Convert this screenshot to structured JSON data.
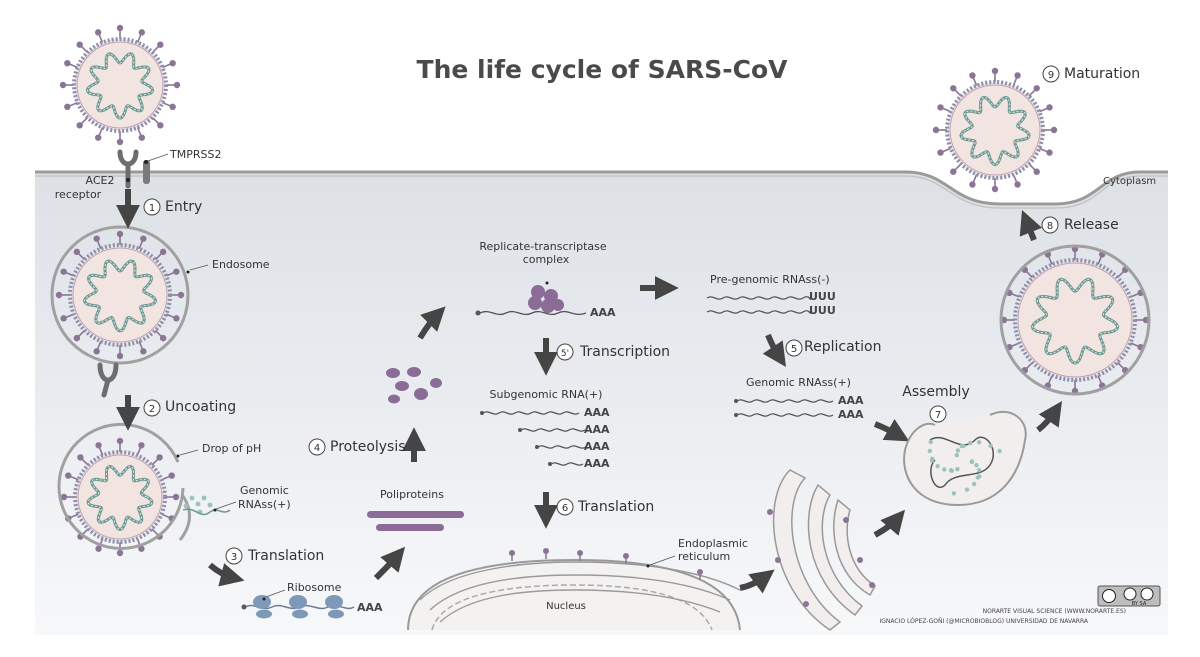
{
  "title": "The life cycle of SARS-CoV",
  "labels": {
    "tmprss2": "TMPRSS2",
    "ace2_line1": "ACE2",
    "ace2_line2": "receptor",
    "cytoplasm": "Cytoplasm",
    "endosome": "Endosome",
    "drop_ph": "Drop of pH",
    "genomic_line1": "Genomic",
    "genomic_line2": "RNAss(+)",
    "ribosome": "Ribosome",
    "poliproteins": "Poliproteins",
    "rtc_line1": "Replicate-transcriptase",
    "rtc_line2": "complex",
    "subgenomic": "Subgenomic RNA(+)",
    "pregenomic": "Pre-genomic RNAss(-)",
    "genomic_rnass": "Genomic RNAss(+)",
    "er_line1": "Endoplasmic",
    "er_line2": "reticulum",
    "nucleus": "Nucleus",
    "aaa": "AAA",
    "uuu": "UUU"
  },
  "steps": {
    "entry": {
      "num": "1",
      "label": "Entry"
    },
    "uncoating": {
      "num": "2",
      "label": "Uncoating"
    },
    "translation1": {
      "num": "3",
      "label": "Translation"
    },
    "proteolysis": {
      "num": "4",
      "label": "Proteolysis"
    },
    "transcription": {
      "num": "5'",
      "label": "Transcription"
    },
    "replication": {
      "num": "5",
      "label": "Replication"
    },
    "translation2": {
      "num": "6",
      "label": "Translation"
    },
    "assembly": {
      "num": "7",
      "label": "Assembly"
    },
    "release": {
      "num": "8",
      "label": "Release"
    },
    "maturation": {
      "num": "9",
      "label": "Maturation"
    }
  },
  "credits": {
    "line1": "NORARTE VISUAL SCIENCE (WWW.NORARTE.ES)",
    "line2": "IGNACIO LÓPEZ-GOÑI (@MICROBIOBLOG) UNIVERSIDAD DE NAVARRA",
    "license": "BY SA"
  },
  "colors": {
    "cell": "#e7eaee",
    "membrane": "#8e8e8e",
    "virion_fill": "#f1e4e1",
    "rna": "#6f9a93",
    "spike": "#8a7596",
    "protein": "#8a6c97",
    "ribosome": "#7e98ba",
    "arrow": "#454545",
    "text": "#333333"
  }
}
